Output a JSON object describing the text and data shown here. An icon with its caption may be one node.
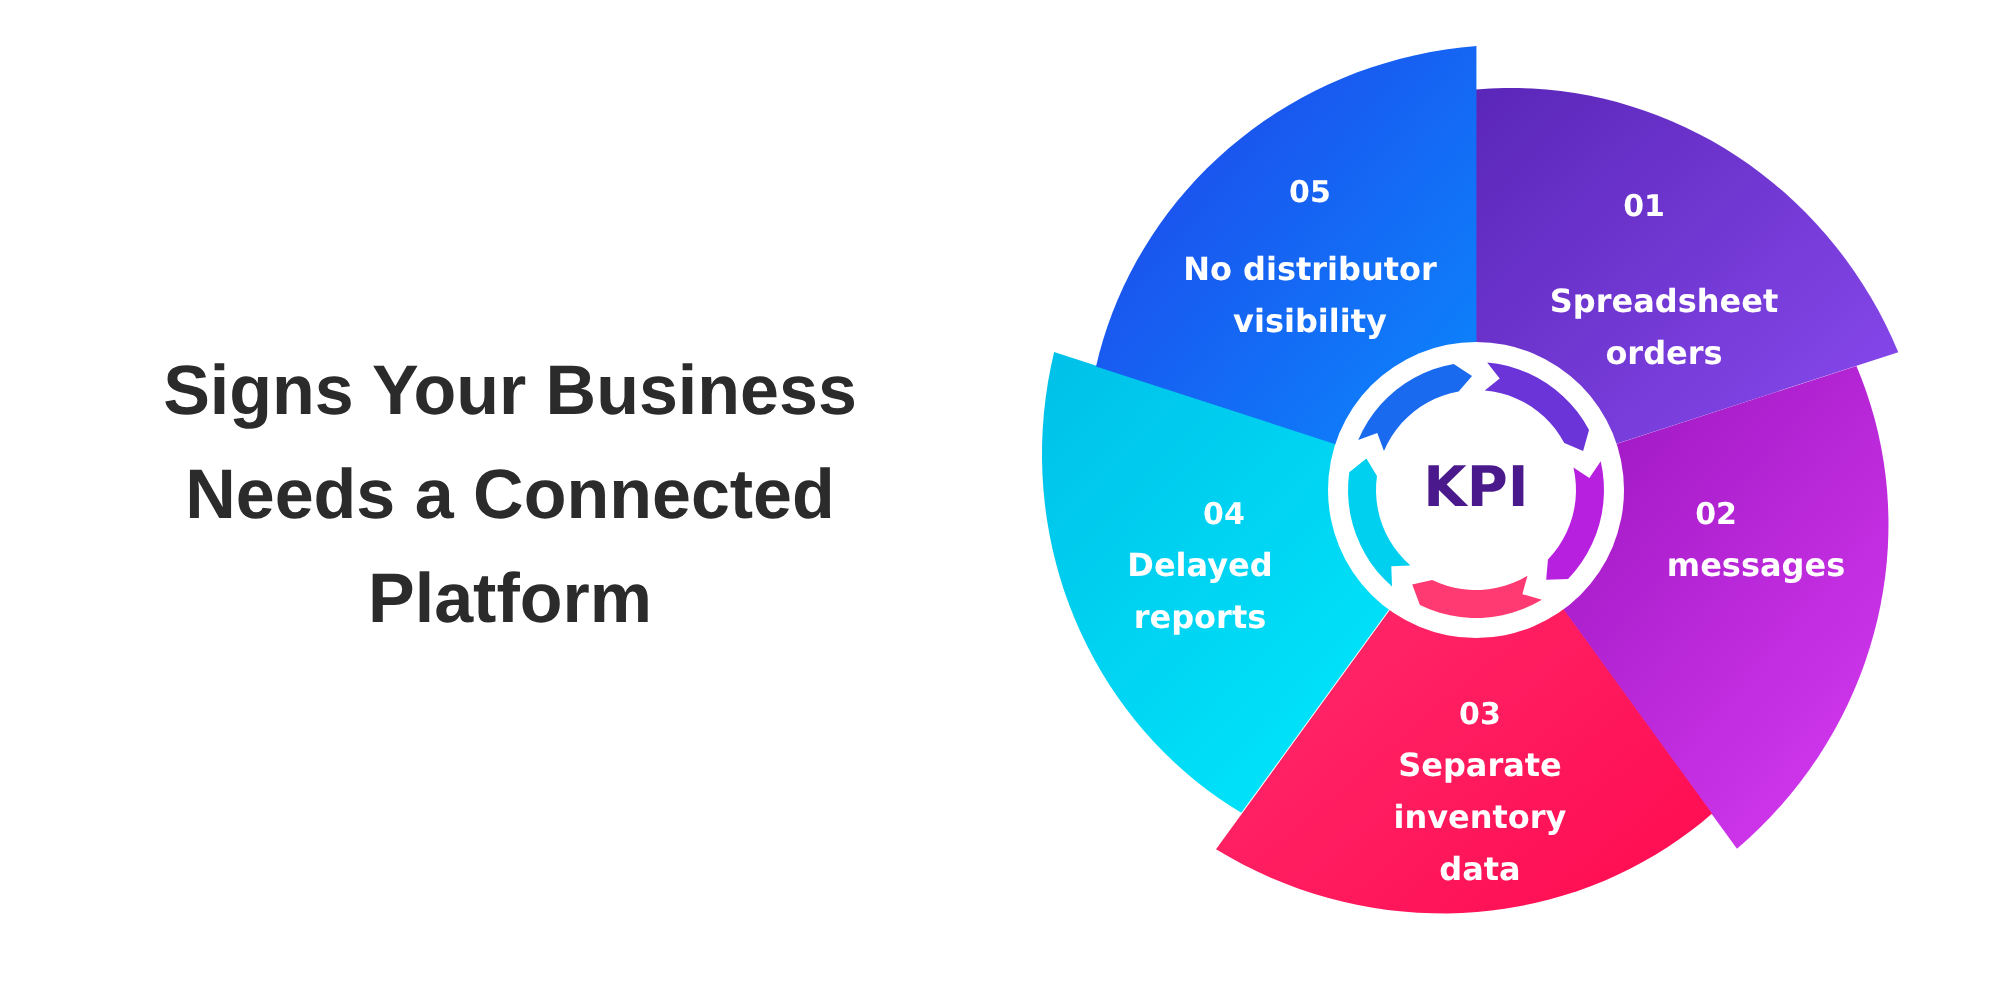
{
  "diagram": {
    "title": "Signs Your Business Needs a Connected Platform",
    "nodes": [
      {
        "text": [
          "01",
          "Spreadsheet orders"
        ]
      },
      {
        "text": [
          "02",
          "messages"
        ]
      },
      {
        "text": [
          "03",
          "Separate inventory data"
        ]
      },
      {
        "text": [
          "04",
          "Delayed reports"
        ]
      },
      {
        "text": [
          "05",
          "No distributor visibility"
        ]
      },
      {
        "text": [
          "KPI"
        ]
      }
    ]
  }
}
